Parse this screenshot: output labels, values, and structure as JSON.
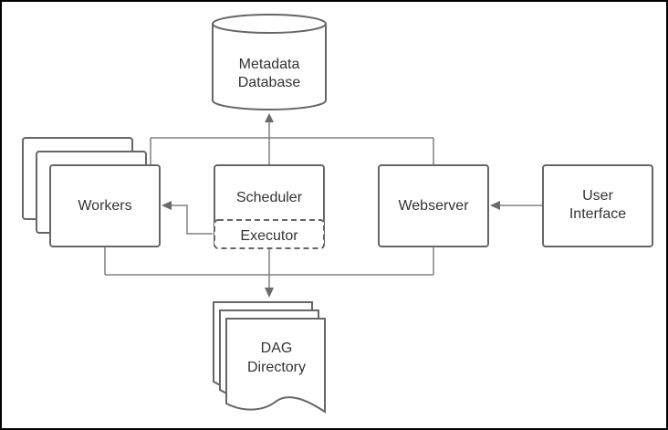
{
  "diagram": {
    "colors": {
      "border": "#000000",
      "box_stroke": "#666666",
      "line": "#808080",
      "arrow": "#6a6a6a",
      "text": "#333333"
    },
    "nodes": {
      "metadata_database": {
        "label_line1": "Metadata",
        "label_line2": "Database",
        "shape": "database-cylinder"
      },
      "workers": {
        "label": "Workers",
        "shape": "stacked-rectangles"
      },
      "scheduler": {
        "label": "Scheduler",
        "shape": "rectangle"
      },
      "executor": {
        "label": "Executor",
        "shape": "dashed-rectangle"
      },
      "webserver": {
        "label": "Webserver",
        "shape": "rectangle"
      },
      "user_interface": {
        "label_line1": "User",
        "label_line2": "Interface",
        "shape": "rectangle"
      },
      "dag_directory": {
        "label_line1": "DAG",
        "label_line2": "Directory",
        "shape": "stacked-documents"
      }
    }
  }
}
